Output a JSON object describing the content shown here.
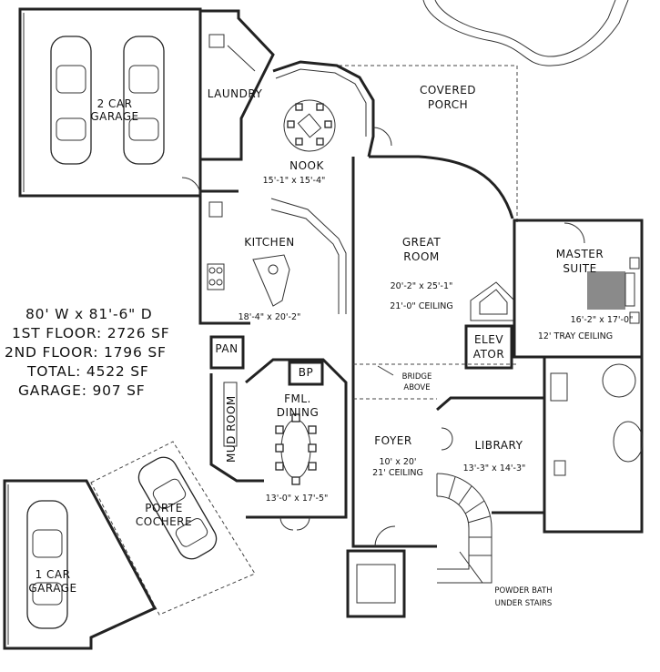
{
  "stats": {
    "dimensions": "80' W x 81'-6\" D",
    "first_floor": "1ST FLOOR: 2726 SF",
    "second_floor": "2ND FLOOR: 1796 SF",
    "total": "TOTAL: 4522 SF",
    "garage": "GARAGE: 907 SF"
  },
  "rooms": {
    "two_car_garage": {
      "line1": "2 CAR",
      "line2": "GARAGE"
    },
    "laundry": {
      "name": "LAUNDRY"
    },
    "covered_porch": {
      "line1": "COVERED",
      "line2": "PORCH"
    },
    "nook": {
      "name": "NOOK",
      "size": "15'-1\" x 15'-4\""
    },
    "kitchen": {
      "name": "KITCHEN",
      "size": "18'-4\" x 20'-2\""
    },
    "great_room": {
      "line1": "GREAT",
      "line2": "ROOM",
      "size": "20'-2\" x 25'-1\"",
      "ceiling": "21'-0\" CEILING"
    },
    "master_suite": {
      "line1": "MASTER",
      "line2": "SUITE",
      "size": "16'-2\" x 17'-0\"",
      "ceiling": "12' TRAY CEILING"
    },
    "pantry": {
      "name": "PAN"
    },
    "elevator": {
      "line1": "ELEV",
      "line2": "ATOR"
    },
    "bp": {
      "name": "BP"
    },
    "bridge": {
      "line1": "BRIDGE",
      "line2": "ABOVE"
    },
    "mud_room": {
      "name": "MUD ROOM"
    },
    "formal_dining": {
      "line1": "FML.",
      "line2": "DINING",
      "size": "13'-0\" x 17'-5\""
    },
    "foyer": {
      "name": "FOYER",
      "size": "10' x 20'",
      "ceiling": "21' CEILING"
    },
    "library": {
      "name": "LIBRARY",
      "size": "13'-3\" x 14'-3\""
    },
    "porte_cochere": {
      "line1": "PORTE",
      "line2": "COCHERE"
    },
    "one_car_garage": {
      "line1": "1 CAR",
      "line2": "GARAGE"
    },
    "powder_bath": {
      "line1": "POWDER BATH",
      "line2": "UNDER STAIRS"
    }
  }
}
